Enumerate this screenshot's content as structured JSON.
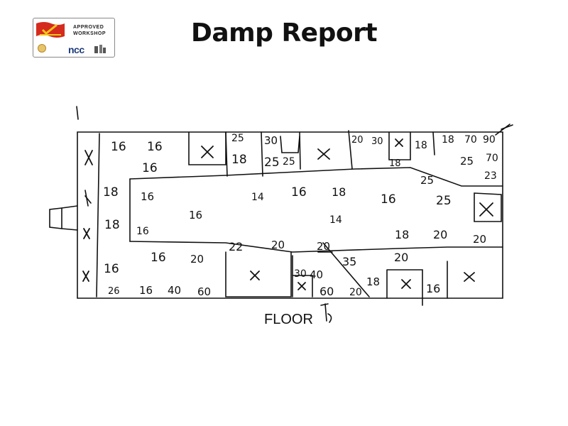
{
  "header": {
    "title": "Damp Report",
    "logo": {
      "approved": "APPROVED",
      "workshop": "WORKSHOP",
      "ncc": "ncc",
      "colors": {
        "flag": "#d52b1e",
        "tick": "#f5c518",
        "ncc": "#1d3a7a"
      }
    }
  },
  "diagram": {
    "floor_label": "FLOOR",
    "readings": [
      {
        "id": "r1",
        "text": "16"
      },
      {
        "id": "r2",
        "text": "16"
      },
      {
        "id": "r3",
        "text": "16"
      },
      {
        "id": "r4",
        "text": "25"
      },
      {
        "id": "r5",
        "text": "18"
      },
      {
        "id": "r6",
        "text": "30"
      },
      {
        "id": "r7",
        "text": "25"
      },
      {
        "id": "r8",
        "text": "25"
      },
      {
        "id": "r9",
        "text": "20"
      },
      {
        "id": "r10",
        "text": "30"
      },
      {
        "id": "r11",
        "text": "18"
      },
      {
        "id": "r12",
        "text": "18"
      },
      {
        "id": "r13",
        "text": "18"
      },
      {
        "id": "r14",
        "text": "70"
      },
      {
        "id": "r15",
        "text": "90"
      },
      {
        "id": "r16",
        "text": "25"
      },
      {
        "id": "r17",
        "text": "70"
      },
      {
        "id": "r18",
        "text": "25"
      },
      {
        "id": "r19",
        "text": "23"
      },
      {
        "id": "r20",
        "text": "18"
      },
      {
        "id": "r21",
        "text": "16"
      },
      {
        "id": "r22",
        "text": "14"
      },
      {
        "id": "r23",
        "text": "16"
      },
      {
        "id": "r24",
        "text": "18"
      },
      {
        "id": "r25",
        "text": "16"
      },
      {
        "id": "r26",
        "text": "25"
      },
      {
        "id": "r27",
        "text": "18"
      },
      {
        "id": "r28",
        "text": "16"
      },
      {
        "id": "r29",
        "text": "14"
      },
      {
        "id": "r30",
        "text": "16"
      },
      {
        "id": "r31",
        "text": "18"
      },
      {
        "id": "r32",
        "text": "20"
      },
      {
        "id": "r33",
        "text": "20"
      },
      {
        "id": "r34",
        "text": "22"
      },
      {
        "id": "r35",
        "text": "20"
      },
      {
        "id": "r36",
        "text": "20"
      },
      {
        "id": "r37",
        "text": "16"
      },
      {
        "id": "r38",
        "text": "20"
      },
      {
        "id": "r39",
        "text": "35"
      },
      {
        "id": "r40",
        "text": "20"
      },
      {
        "id": "r41",
        "text": "16"
      },
      {
        "id": "r42",
        "text": "30"
      },
      {
        "id": "r43",
        "text": "40"
      },
      {
        "id": "r44",
        "text": "18"
      },
      {
        "id": "r45",
        "text": "16"
      },
      {
        "id": "r46",
        "text": "26"
      },
      {
        "id": "r47",
        "text": "16"
      },
      {
        "id": "r48",
        "text": "40"
      },
      {
        "id": "r49",
        "text": "60"
      },
      {
        "id": "r50",
        "text": "60"
      },
      {
        "id": "r51",
        "text": "20"
      }
    ]
  }
}
